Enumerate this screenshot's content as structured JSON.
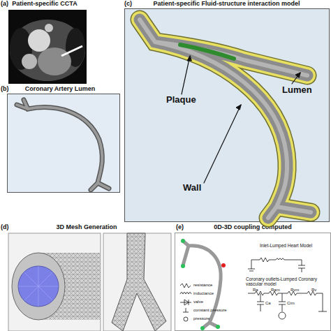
{
  "diagram": {
    "nodes": [
      {
        "text": [
          "Patient-specific CCTA"
        ]
      },
      {
        "text": [
          "Coronary Artery Lumen"
        ]
      },
      {
        "text": [
          "Patient-specific Fluid-structure interaction model"
        ]
      },
      {
        "text": [
          "3D Mesh Generation"
        ]
      },
      {
        "text": [
          "0D-3D coupling computed"
        ]
      }
    ],
    "labels": [
      "(a)",
      "(b)",
      "(c)",
      "(d)",
      "(e)",
      "Plaque",
      "Lumen",
      "Wall",
      "Inlet-Lumped Heart Model",
      "Coronary outlets-Lumped Coronary vascular model",
      "Ra",
      "Ram",
      "Rvm",
      "Rv",
      "Ca",
      "Cim"
    ],
    "legend": [
      {
        "text": "resistance"
      },
      {
        "text": "inductance"
      },
      {
        "text": "valve"
      },
      {
        "text": "constant pressure"
      },
      {
        "text": "pressure"
      }
    ]
  }
}
